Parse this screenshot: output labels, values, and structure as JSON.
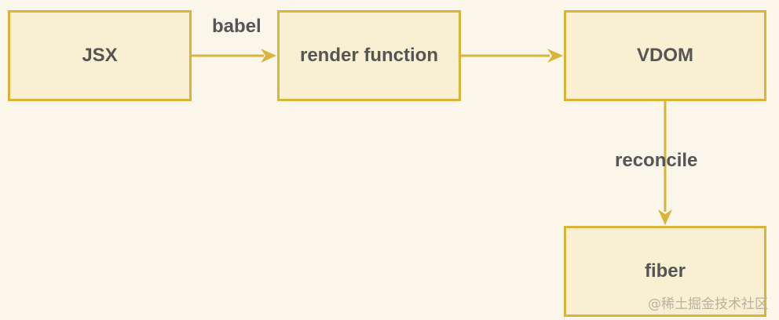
{
  "nodes": {
    "jsx": "JSX",
    "render": "render function",
    "vdom": "VDOM",
    "fiber": "fiber"
  },
  "edges": {
    "babel": "babel",
    "reconcile": "reconcile"
  },
  "watermark": "@稀土掘金技术社区",
  "colors": {
    "background": "#fbf6ea",
    "node_fill": "#f9efd2",
    "node_border": "#d8b43a",
    "arrow": "#d8b43a",
    "text": "#555555"
  }
}
